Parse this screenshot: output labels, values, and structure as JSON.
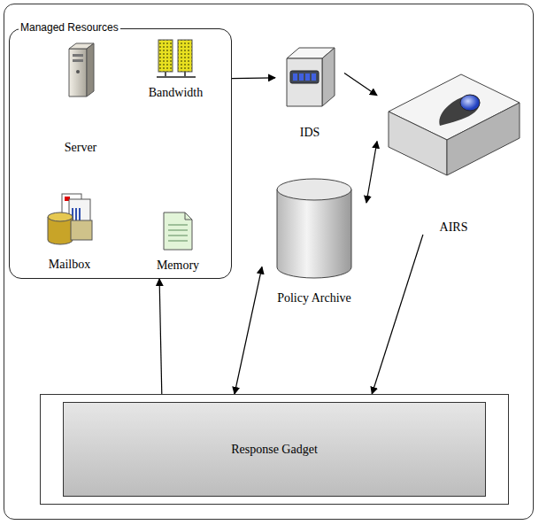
{
  "diagram": {
    "nodes": [
      {
        "text": [
          "Managed Resources"
        ]
      },
      {
        "text": [
          "Server"
        ],
        "in": 0
      },
      {
        "text": [
          "Bandwidth"
        ],
        "in": 0
      },
      {
        "text": [
          "Mailbox"
        ],
        "in": 0
      },
      {
        "text": [
          "Memory"
        ],
        "in": 0
      },
      {
        "text": [
          "IDS"
        ]
      },
      {
        "text": [
          "AIRS"
        ]
      },
      {
        "text": [
          "Policy Archive"
        ]
      },
      {
        "text": [
          "Response Gadget"
        ]
      }
    ],
    "edges": [
      {
        "from": 0,
        "to": 5,
        "arrow": "to"
      },
      {
        "from": 5,
        "to": 6,
        "arrow": "to"
      },
      {
        "from": 6,
        "to": 7,
        "arrow": "both"
      },
      {
        "from": 7,
        "to": 8,
        "arrow": "both"
      },
      {
        "from": 6,
        "to": 8,
        "arrow": "to"
      },
      {
        "from": 8,
        "to": 0,
        "arrow": "to"
      }
    ]
  }
}
